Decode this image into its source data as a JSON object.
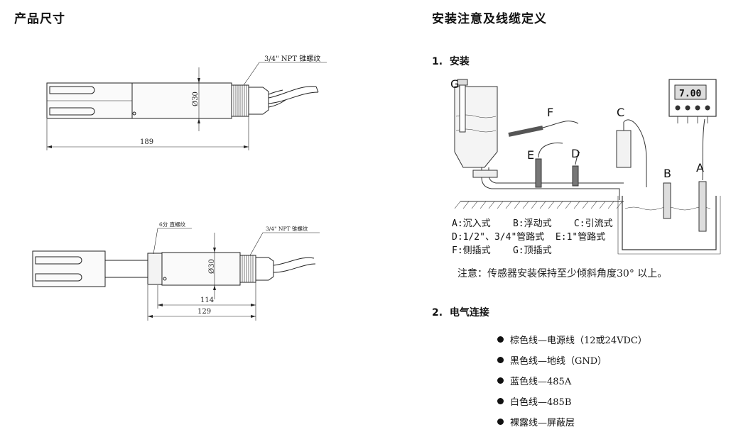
{
  "left": {
    "title": "产品尺寸",
    "drawing1": {
      "thread_label": "3/4\" NPT 锥螺纹",
      "diameter_label": "Ø30",
      "length_label": "189"
    },
    "drawing2": {
      "straight_thread_label": "6分 直螺纹",
      "thread_label": "3/4\" NPT 锥螺纹",
      "diameter_label": "Ø30",
      "length1_label": "114",
      "length2_label": "129"
    }
  },
  "right": {
    "title": "安装注意及线缆定义",
    "install": {
      "number": "1.",
      "heading": "安装",
      "display_value": "7.00",
      "letters": [
        "G",
        "F",
        "C",
        "E",
        "D",
        "B",
        "A"
      ],
      "legend": [
        "A:沉入式    B:浮动式    C:引流式",
        "D:1/2\"、3/4\"管路式  E:1\"管路式",
        "F:侧插式    G:顶插式"
      ],
      "note": "注意：传感器安装保持至少倾斜角度30° 以上。"
    },
    "electrical": {
      "number": "2.",
      "heading": "电气连接",
      "wires": [
        "棕色线—电源线（12或24VDC）",
        "黑色线—地线（GND）",
        "蓝色线—485A",
        "白色线—485B",
        "裸露线—屏蔽层"
      ]
    }
  }
}
